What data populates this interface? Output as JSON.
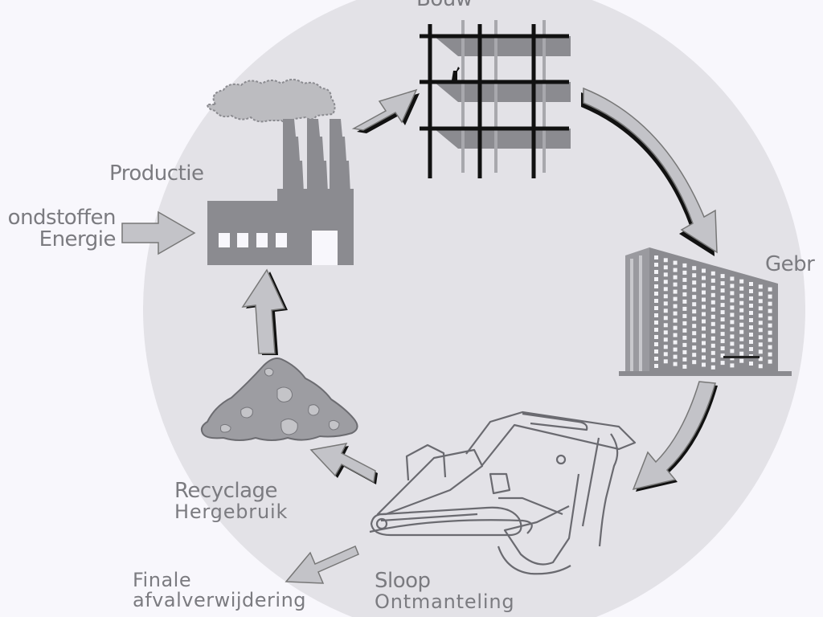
{
  "diagram": {
    "title": "Levenscyclus bouwmaterialen",
    "colors": {
      "background": "#f8f7fc",
      "circle": "#e3e2e7",
      "icon_gray": "#8b8b90",
      "arrow_fill": "#c3c3c8",
      "arrow_shadow": "#111111",
      "label_text": "#7b7b80"
    },
    "stages": [
      {
        "id": "bouw",
        "label": "Bouw",
        "icon": "scaffolding-icon"
      },
      {
        "id": "gebruik",
        "label": "Gebr",
        "icon": "office-building-icon"
      },
      {
        "id": "sloop",
        "label_1": "Sloop",
        "label_2": "Ontmanteling",
        "icon": "excavator-icon"
      },
      {
        "id": "recyclage",
        "label_1": "Recyclage",
        "label_2": "Hergebruik",
        "icon": "rubble-pile-icon"
      },
      {
        "id": "productie",
        "label": "Productie",
        "icon": "factory-icon"
      }
    ],
    "inputs": {
      "label_1": "ondstoffen",
      "label_2": "Energie"
    },
    "output": {
      "label_1": "Finale",
      "label_2": "afvalverwijdering"
    }
  }
}
